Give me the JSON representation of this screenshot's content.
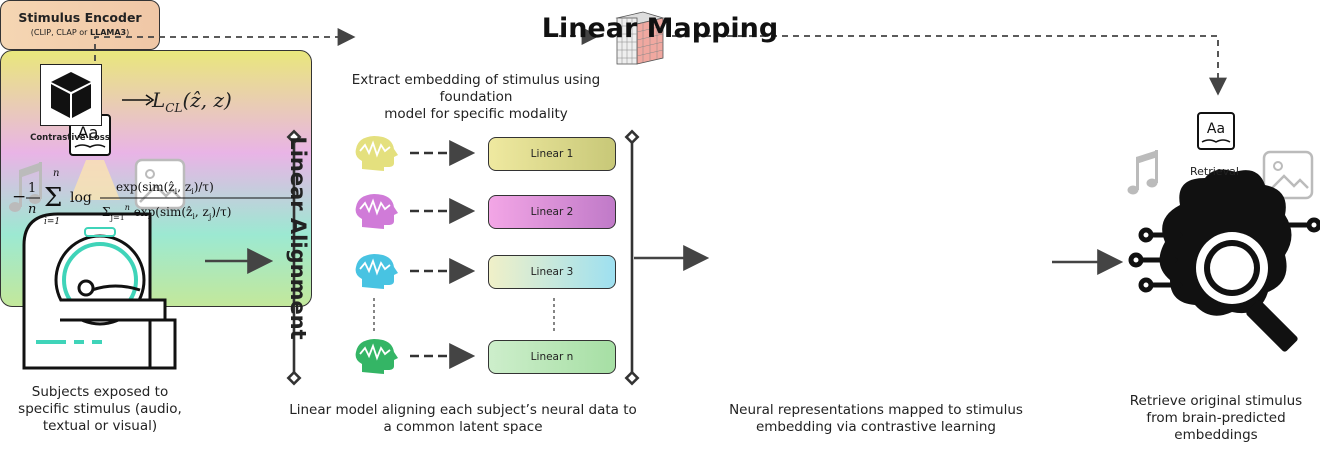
{
  "encoder": {
    "title": "Stimulus Encoder",
    "subtitle_prefix": "(CLIP, CLAP or ",
    "subtitle_bold": "LLAMA3",
    "subtitle_suffix": ")"
  },
  "captions": {
    "encoder_line1": "Extract embedding of stimulus using foundation",
    "encoder_line2": "model for specific modality",
    "subjects_line1": "Subjects exposed to",
    "subjects_line2": "specific stimulus (audio,",
    "subjects_line3": "textual or visual)",
    "alignment_line1": "Linear model aligning each subject’s neural data to",
    "alignment_line2": "a common latent space",
    "mapping_line1": "Neural representations mapped to stimulus",
    "mapping_line2": "embedding via contrastive learning",
    "retrieve_line1": "Retrieve original stimulus",
    "retrieve_line2": "from brain-predicted",
    "retrieve_line3": "embeddings"
  },
  "linear_alignment_label": "Linear Alignment",
  "linear_layers": [
    "Linear 1",
    "Linear 2",
    "Linear 3",
    "Linear n"
  ],
  "linear_colors": [
    [
      "#efe9a0",
      "#c8c878"
    ],
    [
      "#f3a6e6",
      "#c07ac8"
    ],
    [
      "#f0f0c8",
      "#9ee0f0"
    ],
    [
      "#cdeecb",
      "#a6dfa4"
    ]
  ],
  "head_colors": [
    "#e4e07e",
    "#d07bd8",
    "#48c3e2",
    "#34b565"
  ],
  "mapping": {
    "title": "Linear Mapping",
    "contrastive_label": "Contrastive Loss",
    "loss_symbol": "L",
    "loss_subscript": "CL",
    "loss_args": "(ẑ, z)"
  },
  "retrieval_label": "Retrieval",
  "icon_names": [
    "book-icon",
    "music-icon",
    "image-icon",
    "mri-scanner-icon",
    "brain-head-icon",
    "cube-icon",
    "brain-search-icon",
    "embedding-cube-icon"
  ]
}
